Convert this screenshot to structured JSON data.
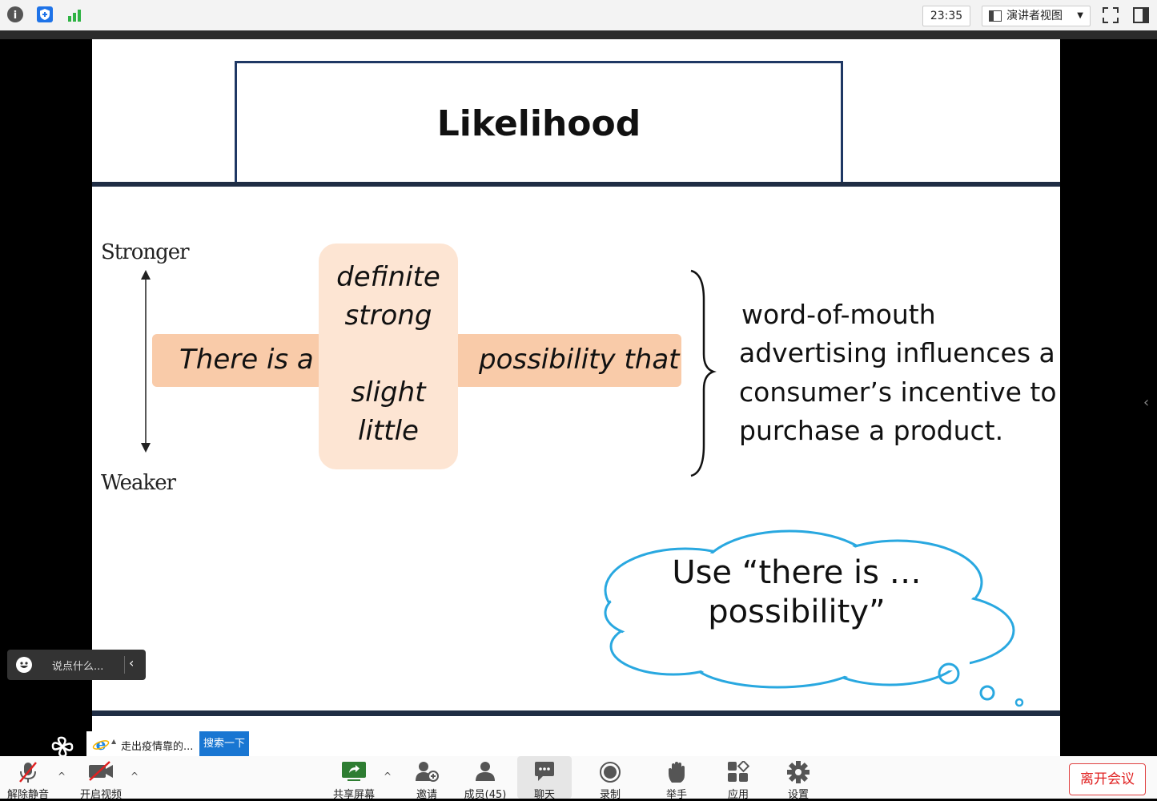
{
  "topbar": {
    "clock": "23:35",
    "view_mode": "演讲者视图"
  },
  "slide": {
    "title": "Likelihood",
    "scale_top": "Stronger",
    "scale_bottom": "Weaker",
    "phrase_left": "There is a",
    "phrase_right": "possibility that",
    "pill_words": [
      "definite",
      "strong",
      "slight",
      "little"
    ],
    "body_lines": [
      "word-of-mouth",
      "advertising influences a",
      "consumer’s incentive to",
      "purchase a product."
    ],
    "cloud_lines": [
      "Use “there is …",
      "possibility”"
    ]
  },
  "chat": {
    "placeholder": "说点什么..."
  },
  "taskbar": {
    "news": "走出疫情靠的...",
    "search_button": "搜索一下"
  },
  "toolbar": {
    "unmute": "解除静音",
    "start_video": "开启视频",
    "share_screen": "共享屏幕",
    "invite": "邀请",
    "members": "成员(45)",
    "chat": "聊天",
    "record": "录制",
    "raise_hand": "举手",
    "apps": "应用",
    "settings": "设置",
    "leave": "离开会议"
  },
  "colors": {
    "band": "#f9cba9",
    "pill": "#fde5d3",
    "cloud_stroke": "#29a8e0",
    "title_border": "#1f3864",
    "leave_red": "#e02020"
  }
}
